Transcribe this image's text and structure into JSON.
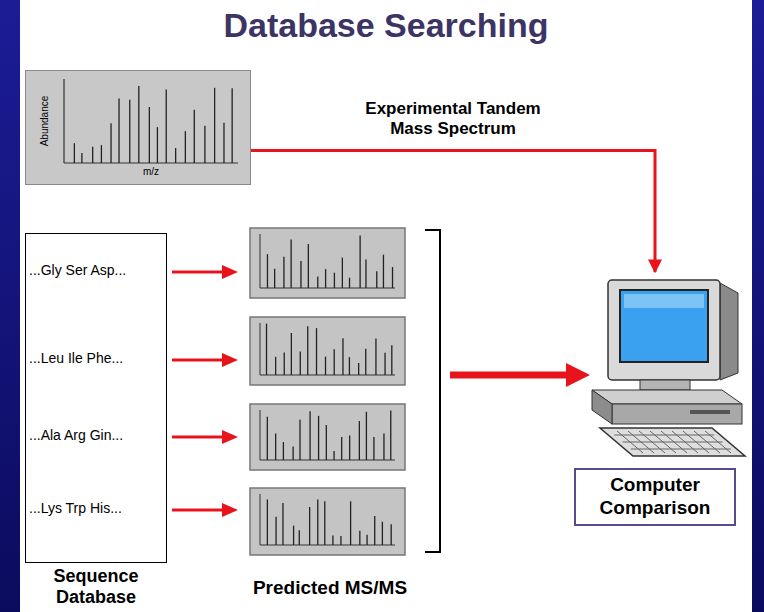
{
  "diagram": {
    "title": "Database Searching",
    "nodes": [
      {
        "text": [
          "Abundance",
          "m/z"
        ]
      },
      {
        "text": [
          "...Gly Ser Asp...",
          "...Leu Ile Phe...",
          "...Ala Arg Gin...",
          "...Lys Trp His...",
          "Sequence Database"
        ]
      },
      {
        "text": [
          "Computer Comparison"
        ]
      }
    ],
    "edges": [
      {
        "from": 0,
        "to": 2,
        "arrow": "to",
        "label": "Experimental Tandem Mass Spectrum"
      }
    ],
    "labels": [
      "Predicted MS/MS"
    ]
  }
}
